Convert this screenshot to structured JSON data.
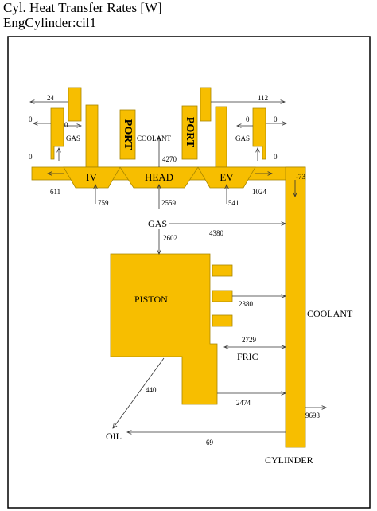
{
  "header": {
    "title": "Cyl. Heat Transfer Rates [W]",
    "subtitle": "EngCylinder:cil1"
  },
  "colors": {
    "component_fill": "#F7BE00",
    "component_stroke": "#A88600",
    "frame": "#000000",
    "arrow": "#333333"
  },
  "labels": {
    "gas_left": "GAS",
    "gas_right": "GAS",
    "port_left": "PORT",
    "port_right": "PORT",
    "coolant_top": "COOLANT",
    "iv": "IV",
    "head": "HEAD",
    "ev": "EV",
    "gas_main": "GAS",
    "piston": "PISTON",
    "coolant_side": "COOLANT",
    "fric": "FRIC",
    "oil": "OIL",
    "cylinder": "CYLINDER"
  },
  "values": {
    "v24": "24",
    "v112": "112",
    "v0_l1": "0",
    "v0_l2": "0",
    "v0_l3": "0",
    "v0_r1": "0",
    "v0_r2": "0",
    "v0_r3": "0",
    "v4270": "4270",
    "v611": "611",
    "v759": "759",
    "v2559": "2559",
    "v541": "541",
    "v1024": "1024",
    "v_73": "-73",
    "v4380": "4380",
    "v2602": "2602",
    "v2380": "2380",
    "v2729": "2729",
    "v440": "440",
    "v2474": "2474",
    "v9693": "9693",
    "v69": "69"
  }
}
